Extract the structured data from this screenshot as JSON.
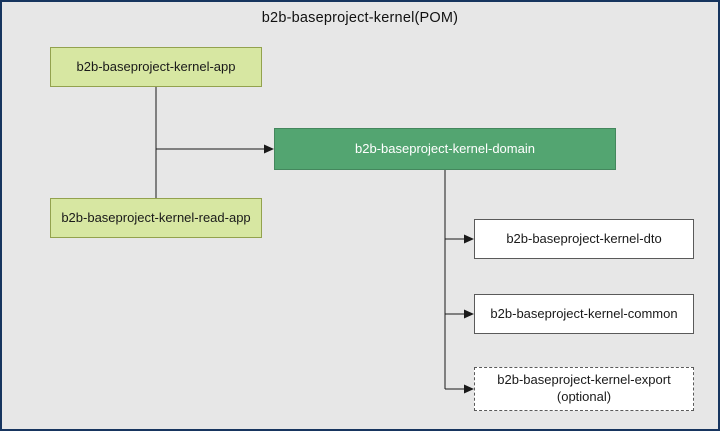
{
  "title": "b2b-baseproject-kernel(POM)",
  "nodes": {
    "app": {
      "label": "b2b-baseproject-kernel-app"
    },
    "read_app": {
      "label": "b2b-baseproject-kernel-read-app"
    },
    "domain": {
      "label": "b2b-baseproject-kernel-domain"
    },
    "dto": {
      "label": "b2b-baseproject-kernel-dto"
    },
    "common": {
      "label": "b2b-baseproject-kernel-common"
    },
    "export": {
      "label": "b2b-baseproject-kernel-export",
      "sublabel": "(optional)"
    }
  },
  "colors": {
    "background": "#e7e7e7",
    "frame_border": "#17355f",
    "light_node_fill": "#d7e7a2",
    "light_node_border": "#93a24e",
    "green_node_fill": "#53a571",
    "white_node_border": "#5a5a5a",
    "connector": "#1a1a1a",
    "text": "#1a1a1a",
    "green_node_text": "#ffffff"
  }
}
